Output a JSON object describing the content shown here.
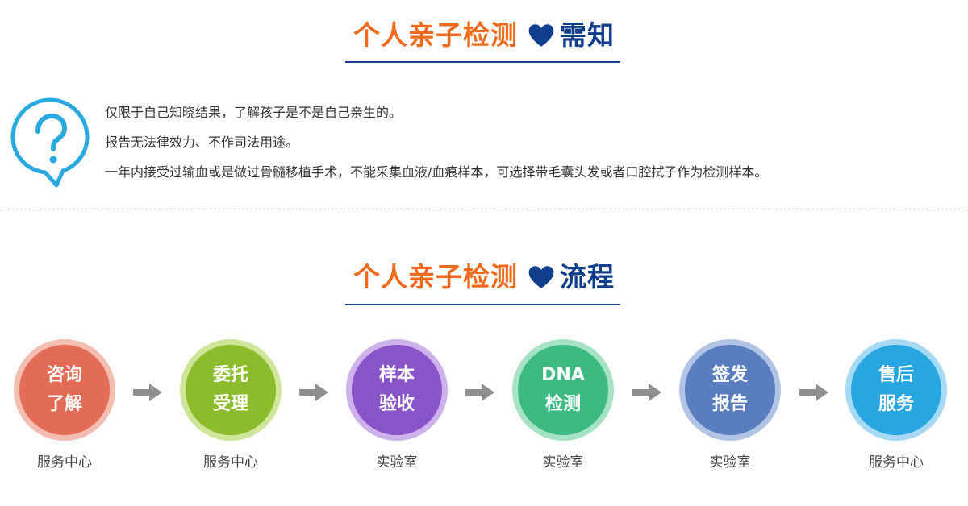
{
  "section1": {
    "title_main": "个人亲子检测",
    "title_accent": "需知"
  },
  "notes": [
    "仅限于自己知晓结果，了解孩子是不是自己亲生的。",
    "报告无法律效力、不作司法用途。",
    "一年内接受过输血或是做过骨髓移植手术，不能采集血液/血痕样本，可选择带毛囊头发或者口腔拭子作为检测样本。"
  ],
  "section2": {
    "title_main": "个人亲子检测",
    "title_accent": "流程"
  },
  "steps": [
    {
      "line1": "咨询",
      "line2": "了解",
      "sub": "服务中心",
      "color": "#e26c55",
      "ring": "#f4bdb1"
    },
    {
      "line1": "委托",
      "line2": "受理",
      "sub": "服务中心",
      "color": "#8cbb2b",
      "ring": "#cfe59a"
    },
    {
      "line1": "样本",
      "line2": "验收",
      "sub": "实验室",
      "color": "#8a55c9",
      "ring": "#cdb2eb"
    },
    {
      "line1": "DNA",
      "line2": "检测",
      "sub": "实验室",
      "color": "#3dba82",
      "ring": "#a6e3c4"
    },
    {
      "line1": "签发",
      "line2": "报告",
      "sub": "实验室",
      "color": "#5a7dc0",
      "ring": "#b2c4e6"
    },
    {
      "line1": "售后",
      "line2": "服务",
      "sub": "服务中心",
      "color": "#27a6e2",
      "ring": "#a6d9f3"
    }
  ],
  "colors": {
    "title_orange": "#f06a1d",
    "title_blue": "#103e8c",
    "icon_blue": "#28aae1",
    "arrow_gray": "#8f8f8f"
  },
  "icons": {
    "question": "question-bubble-icon",
    "heart": "heart-icon",
    "arrow": "arrow-right-icon"
  }
}
